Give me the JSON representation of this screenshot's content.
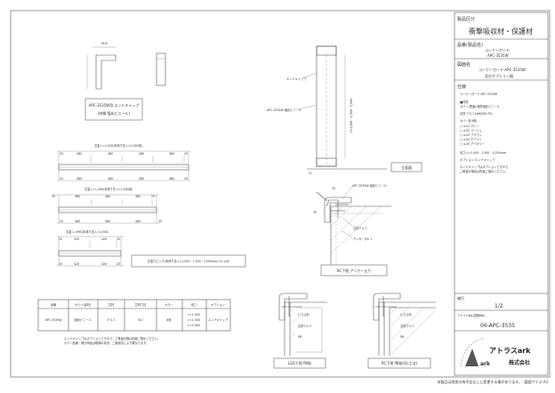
{
  "title_block": {
    "category_label": "製品区分",
    "category_value": "衝撃吸収材・保護材",
    "product_label": "品番(製品名)",
    "product_name": "コーナーガード",
    "product_code": "APC-3535W",
    "drawing_label": "図面名",
    "drawing_name_1": "コーナーガード:APC-3535W",
    "drawing_name_2": "及びオプション図",
    "spec_label": "仕様",
    "spec_lines": [
      "コーナーガード APC-3535W",
      "■材質",
      "カバー(表面):硬質塩化ビニール",
      "芯材:アルミ(A6063S-T5)",
      "カバー色:8色",
      "□ a-01 グレー",
      "□ a-02 ベージュ",
      "□ a-03 ブラウン",
      "□ a-04 ホワイト",
      "□ a-05 アイボリー",
      "長さ:L=1,000・1,500・2,000mm",
      "オプション:エンドキャップ",
      "エンドキャップはオプションですので、",
      "ご希望の場合は別途ご指示ください。"
    ],
    "scale_label": "縮尺",
    "scale_value": "1/2",
    "file_label": "ファイルNo.(図面No)",
    "file_value": "06-APC-3535",
    "company_name": "アトラスark",
    "company_suffix": "株式会社"
  },
  "footer_note": "本製品は改良の為予告なしに変更する事があります。: 図面サイズ A3",
  "end_cap": {
    "dim": "39.8",
    "label_1": "APC-3535W用 エンドキャップ",
    "label_2": "(材質:塩化ビニール)"
  },
  "rails": [
    {
      "title": "芯金 L=2,000(本体寸法 L=2,000用)",
      "top_dims": [
        "25",
        "480",
        "480",
        "480",
        "480",
        "25"
      ],
      "bottom_dims": [
        "25",
        "480",
        "480",
        "480",
        "480",
        "25"
      ]
    },
    {
      "title": "芯金 L=1,490(本体寸法 L=1,500用)",
      "top_dims": [
        "30",
        "480",
        "480",
        "480",
        "25"
      ],
      "bottom_dims": [
        "25",
        "480",
        "480",
        "480",
        "30"
      ]
    },
    {
      "title": "芯金 L=990(本体寸法 L=1,000)",
      "top_dims": [
        "25",
        "420",
        "420",
        "25"
      ],
      "bottom_dims": [
        "25",
        "420",
        "420",
        "25"
      ]
    }
  ],
  "pitch_note": "芯金穴ピッチ(本体寸法 L=1,000・1,500・2,000mm) S=1/20",
  "spec_table": {
    "headers": [
      "品番",
      "カバー(素材)",
      "芯材",
      "芯材寸法",
      "カラー",
      "長さ",
      "オプション"
    ],
    "row": [
      "APC-3535W",
      "塩化ビニール",
      "アルミ",
      "6.0",
      "8色",
      "L=1,000",
      "エンドキャップ"
    ],
    "lengths": [
      "L=1,000",
      "L=1,500",
      "L=2,000"
    ]
  },
  "notes": [
    "エンドキャップはオプションですので、ご希望の際は別途ご指示ください。",
    "カラー品番・現行商品は現場の状況、ご使用意により異なります。"
  ],
  "elevation": {
    "end_cap_label": "エンドキャップ",
    "cover_label": "APC-3535W 塩化ビニール",
    "height_dim": "L=1,000・1,500・2,000",
    "floor_label": "FL",
    "title": "立面図"
  },
  "section_rc_anchor": {
    "part_label": "APC-3535W 塩化ビニール",
    "dim_w": "35",
    "dim_h": "35",
    "anchor_label": "アンカーボルト",
    "core_label": "芯材アルミ",
    "title": "RC下地 アンカー止り"
  },
  "section_lgs": {
    "label_1": "ビス止め",
    "label_2": "芯材アルミ",
    "label_3": "PB",
    "title": "LGS下地 PB貼"
  },
  "section_rc_gl": {
    "label_1": "ビス止め",
    "label_2": "芯材アルミ",
    "label_3": "PB",
    "title": "RC下地 PB貼(GL工法)"
  }
}
